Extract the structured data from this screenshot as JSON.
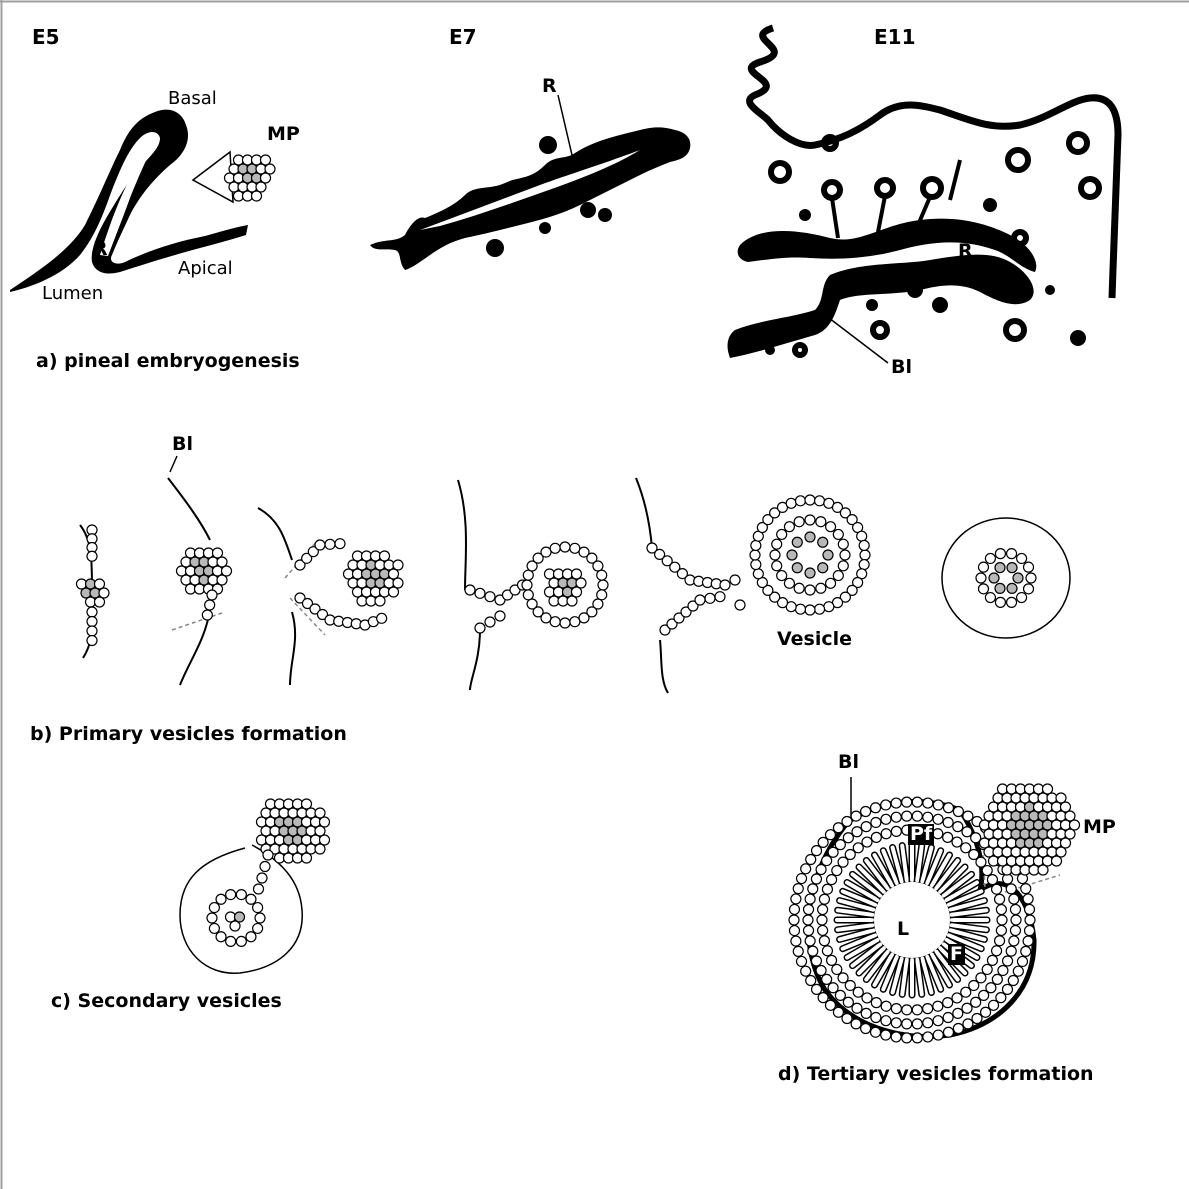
{
  "stages": {
    "e5": "E5",
    "e7": "E7",
    "e11": "E11"
  },
  "panel_a": {
    "caption": "a) pineal embryogenesis",
    "basal": "Basal",
    "apical": "Apical",
    "lumen": "Lumen",
    "mp": "MP",
    "r_e5": "R",
    "r_e7": "R",
    "r_e11": "R",
    "bl": "Bl"
  },
  "panel_b": {
    "caption": "b) Primary vesicles formation",
    "bl": "Bl",
    "vesicle": "Vesicle"
  },
  "panel_c": {
    "caption": "c) Secondary vesicles"
  },
  "panel_d": {
    "caption": "d) Tertiary vesicles formation",
    "bl": "Bl",
    "mp": "MP",
    "pf": "Pf",
    "l": "L",
    "f": "F"
  },
  "colors": {
    "stroke": "#000000",
    "cell_fill": "#ffffff",
    "core_fill": "#b8b8b8",
    "guide": "#888888",
    "frame": "#999999"
  }
}
